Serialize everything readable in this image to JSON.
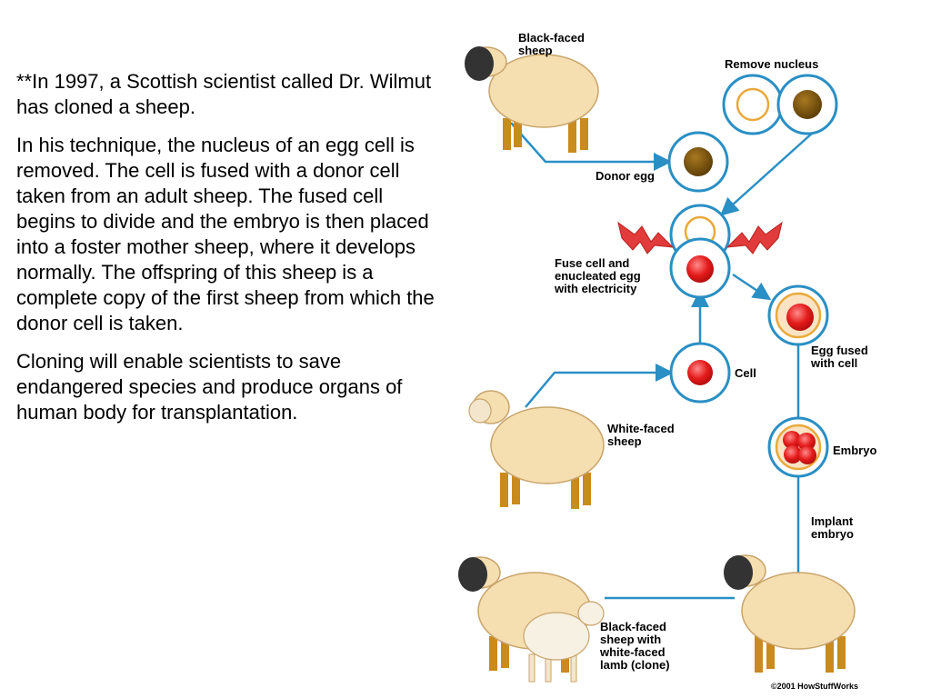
{
  "text": {
    "p1": "**In 1997, a Scottish scientist called Dr. Wilmut has cloned a sheep.",
    "p2": "In his technique, the nucleus of an egg cell is removed. The cell is fused with a donor cell taken from an adult sheep. The fused cell begins to divide and the embryo is then placed into a foster mother sheep, where it develops normally. The offspring of this sheep is a complete copy of the first sheep from which the donor cell is taken.",
    "p3": "Cloning will enable scientists to save endangered species and produce organs of human body for transplantation."
  },
  "diagram": {
    "labels": {
      "black_faced_sheep": [
        "Black-faced",
        "sheep"
      ],
      "remove_nucleus": "Remove nucleus",
      "donor_egg": "Donor egg",
      "fuse_cell": [
        "Fuse cell and",
        "enucleated egg",
        "with electricity"
      ],
      "egg_fused": [
        "Egg fused",
        "with cell"
      ],
      "cell": "Cell",
      "white_faced_sheep": [
        "White-faced",
        "sheep"
      ],
      "embryo": "Embryo",
      "implant_embryo": [
        "Implant",
        "embryo"
      ],
      "black_faced_with_lamb": [
        "Black-faced",
        "sheep with",
        "white-faced",
        "lamb (clone)"
      ]
    },
    "copyright": "©2001 HowStuffWorks",
    "colors": {
      "arrow": "#2a8fc4",
      "wool": "#f5deb0",
      "wool_outline": "#c8a46a",
      "black_face": "#333333",
      "legs": "#c98a1e",
      "nucleus_brown": "#7a5410",
      "egg_outline": "#e9a93a",
      "red_cell": "#e41b1b",
      "spark": "#e23b3b"
    }
  }
}
